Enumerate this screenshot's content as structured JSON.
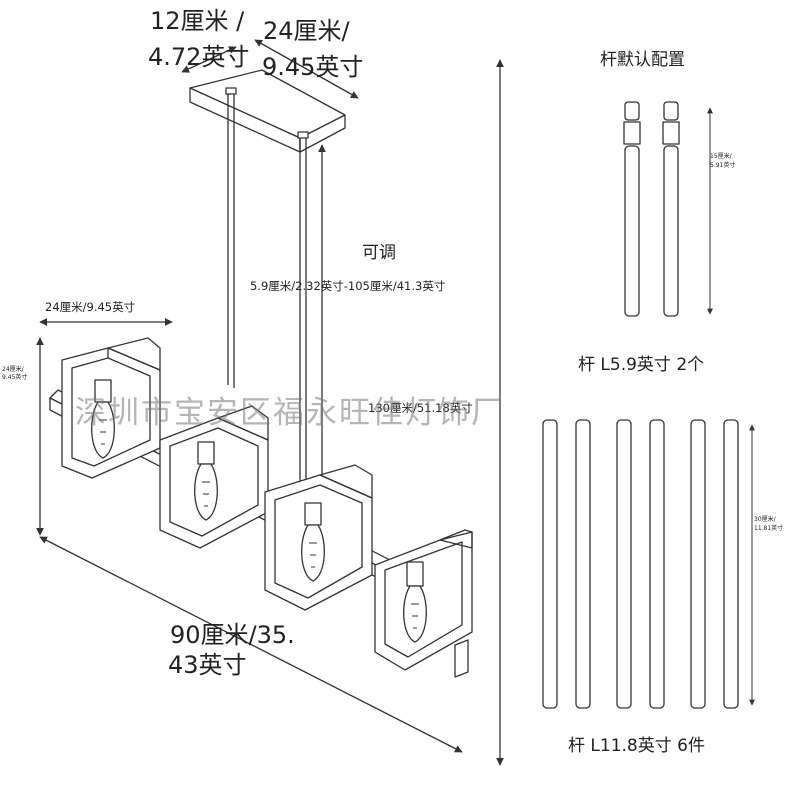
{
  "canopy": {
    "width_label_a": "12厘米 /",
    "width_label_b": "4.72英寸",
    "length_label_a": "24厘米/",
    "length_label_b": "9.45英寸"
  },
  "adjustable": {
    "title": "可调",
    "range": "5.9厘米/2.32英寸-105厘米/41.3英寸"
  },
  "frame": {
    "width_label": "24厘米/9.45英寸",
    "height_label_a": "24厘米/",
    "height_label_b": "9.45英寸"
  },
  "overall_height": "130厘米/51.18英寸",
  "length": {
    "label_a": "90厘米/35.",
    "label_b": "43英寸"
  },
  "watermark": "深圳市宝安区福永旺佳灯饰厂",
  "default_rods": {
    "title": "杆默认配置",
    "short_dim_a": "15厘米/",
    "short_dim_b": "5.91英寸",
    "short_caption": "杆 L5.9英寸 2个",
    "long_dim_a": "30厘米/",
    "long_dim_b": "11.81英寸",
    "long_caption": "杆 L11.8英寸 6件"
  },
  "colors": {
    "line": "#333333",
    "watermark": "#8a8a8a"
  }
}
